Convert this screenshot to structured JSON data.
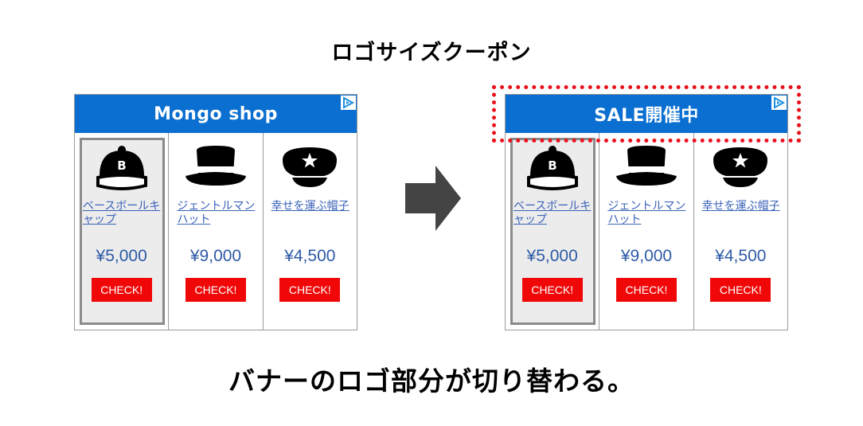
{
  "page": {
    "title": "ロゴサイズクーポン",
    "caption": "バナーのロゴ部分が切り替わる。"
  },
  "banners": [
    {
      "header": "Mongo shop",
      "products": [
        {
          "name": "ベースボールキャップ",
          "price": "¥5,000",
          "button": "CHECK!",
          "icon": "baseball-cap-icon"
        },
        {
          "name": "ジェントルマンハット",
          "price": "¥9,000",
          "button": "CHECK!",
          "icon": "top-hat-icon"
        },
        {
          "name": "幸せを運ぶ帽子",
          "price": "¥4,500",
          "button": "CHECK!",
          "icon": "star-cap-icon"
        }
      ]
    },
    {
      "header": "SALE開催中",
      "products": [
        {
          "name": "ベースボールキャップ",
          "price": "¥5,000",
          "button": "CHECK!",
          "icon": "baseball-cap-icon"
        },
        {
          "name": "ジェントルマンハット",
          "price": "¥9,000",
          "button": "CHECK!",
          "icon": "top-hat-icon"
        },
        {
          "name": "幸せを運ぶ帽子",
          "price": "¥4,500",
          "button": "CHECK!",
          "icon": "star-cap-icon"
        }
      ]
    }
  ],
  "colors": {
    "header_bg": "#0a6fd0",
    "button_bg": "#f00808",
    "price_text": "#2d5aa6",
    "link_text": "#3a62b8",
    "highlight_dotted": "#e8101a",
    "arrow": "#444444"
  }
}
